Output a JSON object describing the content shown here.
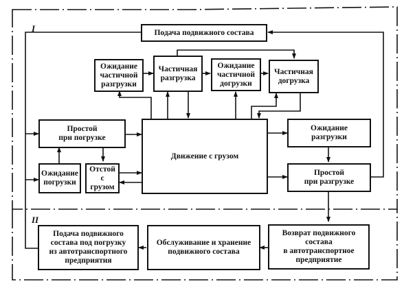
{
  "diagram": {
    "regions": [
      {
        "id": "I",
        "label": "I"
      },
      {
        "id": "II",
        "label": "II"
      }
    ],
    "boxes": {
      "supply": "Подача подвижного состава",
      "wait_partial_unload": "Ожидание\nчастичной\nразгрузки",
      "partial_unload": "Частичная\nразгрузка",
      "wait_partial_reload": "Ожидание\nчастичной\nдогрузки",
      "partial_reload": "Частичная\nдогрузка",
      "idle_loading": "Простой\nпри погрузке",
      "wait_loading": "Ожидание\nпогрузки",
      "standby_loaded": "Отстой\nс\nгрузом",
      "moving_loaded": "Движение с грузом",
      "wait_unloading": "Ожидание\nразгрузки",
      "idle_unloading": "Простой\nпри разгрузке",
      "supply_from_depot": "Подача подвижного\nсостава под погрузку\nиз автотранспортного\nпредприятия",
      "service_storage": "Обслуживание и хранение\nподвижного состава",
      "return_to_depot": "Возврат подвижного\nсостава\nв автотранспортное\nпредприятие"
    },
    "edges": [
      {
        "from": "supply",
        "to": "idle_loading"
      },
      {
        "from": "supply",
        "to": "wait_loading"
      },
      {
        "from": "wait_loading",
        "to": "idle_loading"
      },
      {
        "from": "idle_loading",
        "to": "standby_loaded"
      },
      {
        "from": "idle_loading",
        "to": "moving_loaded"
      },
      {
        "from": "standby_loaded",
        "to": "moving_loaded"
      },
      {
        "from": "moving_loaded",
        "to": "standby_loaded"
      },
      {
        "from": "moving_loaded",
        "to": "wait_partial_unload"
      },
      {
        "from": "moving_loaded",
        "to": "partial_unload"
      },
      {
        "from": "partial_unload",
        "to": "moving_loaded"
      },
      {
        "from": "wait_partial_unload",
        "to": "partial_unload"
      },
      {
        "from": "partial_unload",
        "to": "wait_partial_reload"
      },
      {
        "from": "partial_unload",
        "to": "partial_reload"
      },
      {
        "from": "wait_partial_reload",
        "to": "partial_reload"
      },
      {
        "from": "moving_loaded",
        "to": "wait_partial_reload"
      },
      {
        "from": "moving_loaded",
        "to": "partial_reload"
      },
      {
        "from": "partial_reload",
        "to": "moving_loaded"
      },
      {
        "from": "moving_loaded",
        "to": "wait_unloading"
      },
      {
        "from": "moving_loaded",
        "to": "idle_unloading"
      },
      {
        "from": "wait_unloading",
        "to": "idle_unloading"
      },
      {
        "from": "idle_unloading",
        "to": "supply"
      },
      {
        "from": "idle_unloading",
        "to": "return_to_depot"
      },
      {
        "from": "return_to_depot",
        "to": "service_storage"
      },
      {
        "from": "service_storage",
        "to": "supply_from_depot"
      },
      {
        "from": "supply_from_depot",
        "to": "idle_loading"
      }
    ]
  }
}
